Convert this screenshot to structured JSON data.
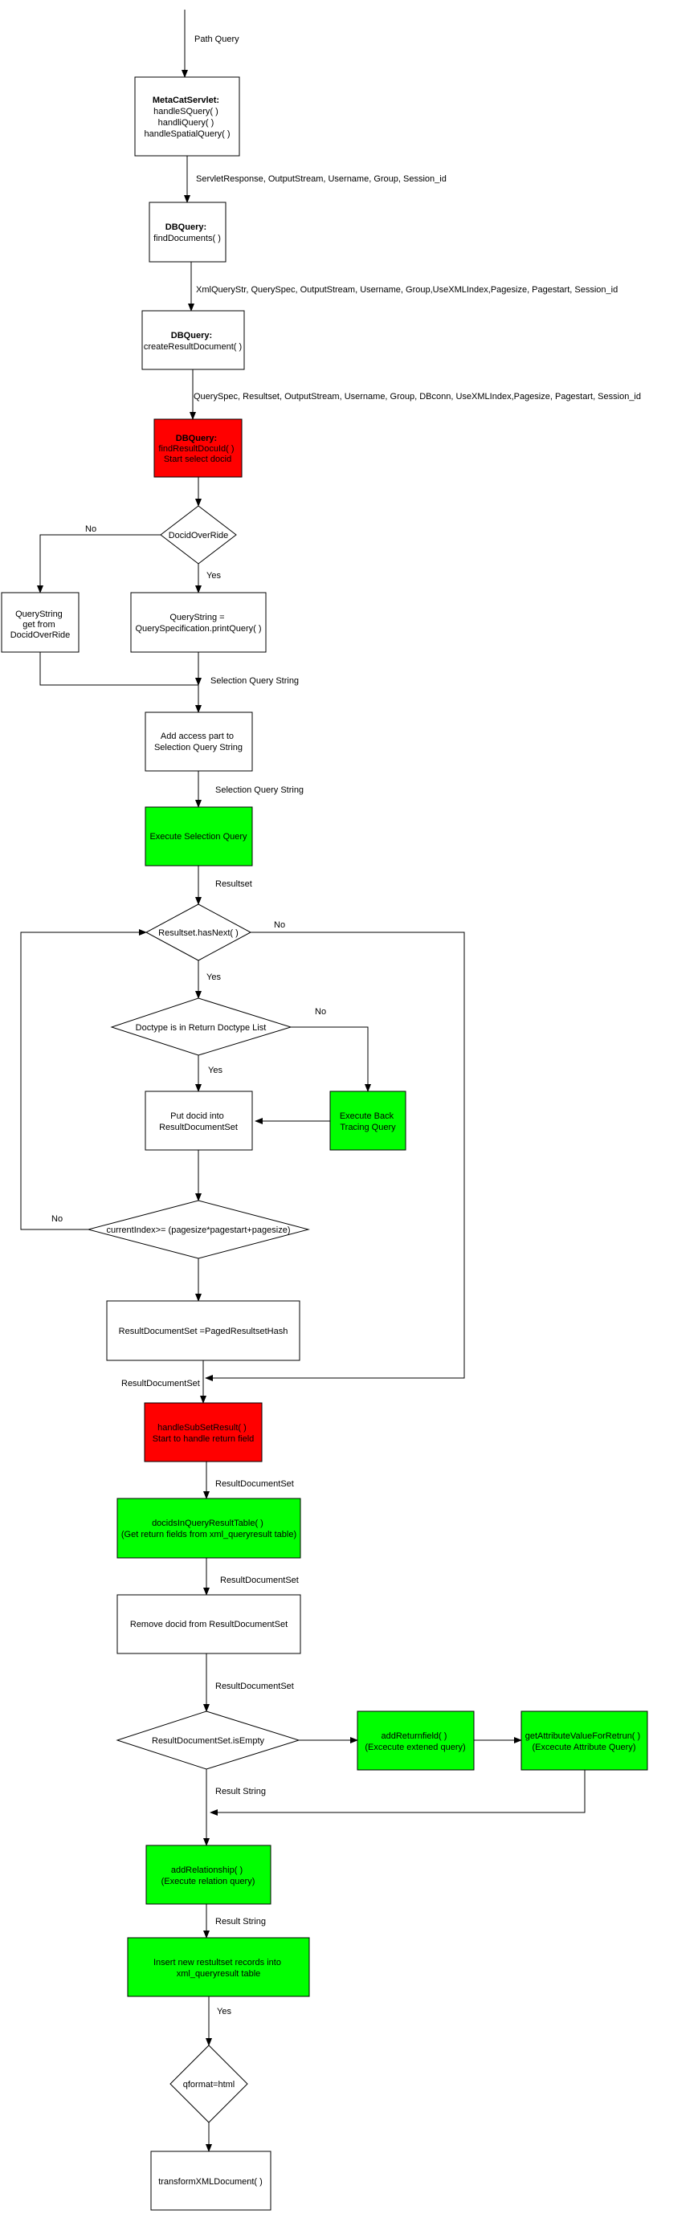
{
  "colors": {
    "red": "#ff0000",
    "green": "#00ff00",
    "white": "#ffffff",
    "stroke": "#000000"
  },
  "nodes": {
    "metacat": [
      "MetaCatServlet:",
      "handleSQuery( )",
      "handliQuery( )",
      "handleSpatialQuery( )"
    ],
    "dbquery1": [
      "DBQuery:",
      "findDocuments( )"
    ],
    "dbquery2": [
      "DBQuery:",
      "createResultDocument( )"
    ],
    "dbquery3": [
      "DBQuery:",
      "findResultDocuId( )",
      "Start select docid"
    ],
    "docid_override": [
      "DocidOverRide"
    ],
    "qs_from_override": [
      "QueryString",
      "get from",
      "DocidOverRide"
    ],
    "qs_print": [
      "QueryString =",
      "QuerySpecification.printQuery( )"
    ],
    "add_access": [
      "Add access part to",
      "Selection Query String"
    ],
    "exec_selection": [
      "Execute Selection Query"
    ],
    "has_next": [
      "Resultset.hasNext( )"
    ],
    "doctype_check": [
      "Doctype is in Return Doctype List"
    ],
    "put_docid": [
      "Put docid into",
      "ResultDocumentSet"
    ],
    "back_tracing": [
      "Execute Back",
      "Tracing Query"
    ],
    "current_index": [
      "currentIndex>= (pagesize*pagestart+pagesize)"
    ],
    "paged_hash": [
      "ResultDocumentSet =PagedResultsetHash"
    ],
    "handle_subset": [
      "handleSubSetResult( )",
      "Start to handle return field"
    ],
    "docids_in_query": [
      "docidsInQueryResultTable( )",
      "(Get return fields from xml_queryresult table)"
    ],
    "remove_docid": [
      "Remove docid from ResultDocumentSet"
    ],
    "is_empty": [
      "ResultDocumentSet.isEmpty"
    ],
    "add_return_field": [
      "addReturnfield( )",
      "(Excecute extened query)"
    ],
    "get_attribute": [
      "getAttributeValueForRetrun( )",
      "(Excecute Attribute Query)"
    ],
    "add_relationship": [
      "addRelationship( )",
      "(Execute relation query)"
    ],
    "insert_new": [
      "Insert new restultset records into",
      "xml_queryresult table"
    ],
    "qformat": [
      "qformat=html"
    ],
    "transform": [
      "transformXMLDocument( )"
    ]
  },
  "edge_labels": {
    "path_query": "Path Query",
    "servlet_response": "ServletResponse, OutputStream,  Username, Group, Session_id",
    "xml_query_str": "XmlQueryStr, QuerySpec, OutputStream, Username, Group,UseXMLIndex,Pagesize, Pagestart, Session_id",
    "query_spec": "QuerySpec, Resultset, OutputStream, Username, Group, DBconn, UseXMLIndex,Pagesize, Pagestart, Session_id",
    "no_override": "No",
    "yes_override": "Yes",
    "selection_qs_1": "Selection Query String",
    "selection_qs_2": "Selection Query String",
    "resultset": "Resultset",
    "no_hasnext": "No",
    "yes_hasnext": "Yes",
    "no_doctype": "No",
    "yes_doctype": "Yes",
    "no_index": "No",
    "result_docset_1": "ResultDocumentSet",
    "result_docset_2": "ResultDocumentSet",
    "result_docset_3": "ResultDocumentSet",
    "result_docset_4": "ResultDocumentSet",
    "result_string_1": "Result String",
    "result_string_2": "Result String",
    "yes_insert": "Yes"
  }
}
